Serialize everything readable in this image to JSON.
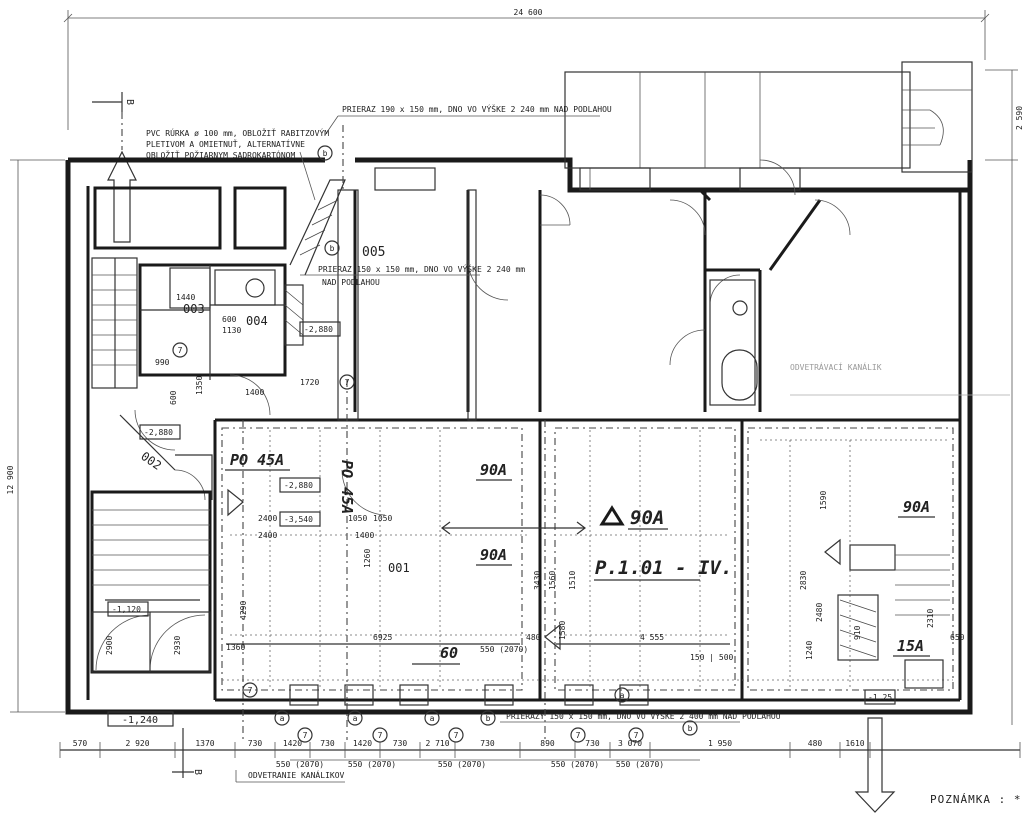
{
  "dims_top": {
    "total": "24 600",
    "right": "2 590",
    "left": "12 900"
  },
  "notes": {
    "prieraz_top": "PRIERAZ 190 x 150 mm, DNO VO VÝŠKE 2 240 mm NAD PODLAHOU",
    "pvc": [
      "PVC RÚRKA ø 100 mm, OBLOŽIŤ RABITZOVÝM",
      "PLETIVOM A OMIETNUŤ, ALTERNATÍVNE",
      "OBLOŽIŤ POŽIARNYM SADROKARTÓNOM"
    ],
    "prieraz_mid": [
      "PRIERAZ 150 x 150 mm, DNO VO VÝŠKE 2 240 mm",
      "NAD PODLAHOU"
    ],
    "prieraz_bottom": "PRIERAZY 150 x 150 mm, DNO VO VÝŠKE 2 400 mm NAD PODLAHOU",
    "kanaliky": "ODVETRANIE KANÁLIKOV",
    "poznamka": "POZNÁMKA : *",
    "faint_right": "ODVETRÁVACÍ KANÁLIK"
  },
  "rooms": {
    "r005": "005",
    "r003": "003",
    "r004": "004",
    "r001": "001",
    "r002": "002",
    "po45a_1": "PO 45A",
    "po45a_2": "PO 45A",
    "a90_1": "90A",
    "a90_2": "90A",
    "a90_3": "90A",
    "a90_4": "90A",
    "p101": "P.1.01 - IV.",
    "c60": "60",
    "a15": "15A"
  },
  "levels": {
    "l1": "-2,880",
    "l2": "-2,880",
    "l3": "-2,880",
    "l4": "-3,540",
    "l5": "-1,120",
    "l6": "-1,240",
    "l7": "-1,25"
  },
  "dims_inner": {
    "d1": "1440",
    "d2": "1130",
    "d3": "600",
    "d4": "2400",
    "d5": "2400",
    "d6": "1050",
    "d7": "1050",
    "d8": "6925",
    "d9": "4 555",
    "d10": "1360",
    "d11": "1400",
    "d12": "1720",
    "d13": "1400",
    "d14": "550 (2070)",
    "d15": "2900",
    "d16": "2930",
    "d17": "1350",
    "d18": "650",
    "d19": "1510",
    "d20": "1560",
    "d21": "1580",
    "d22": "3430",
    "d23": "480",
    "d24": "4290",
    "d25": "600",
    "d26": "990",
    "d27": "1260",
    "d28": "2480",
    "d29": "2310",
    "d30": "1240",
    "d31": "910",
    "d32": "2830",
    "d33": "150 | 500",
    "d34": "1590"
  },
  "dims_bottom": [
    "570",
    "2 920",
    "1370",
    "730",
    "1420",
    "730",
    "1420",
    "730",
    "2 710",
    "730",
    "890",
    "730",
    "3 070",
    "1 950",
    "480",
    "1610"
  ],
  "sub_bottom": [
    "550 (2070)",
    "550 (2070)",
    "550 (2070)",
    "550 (2070)",
    "550 (2070)"
  ],
  "tags": {
    "a": "a",
    "b": "b",
    "seven": "7"
  },
  "section": {
    "top": "B",
    "bottom": "B"
  }
}
